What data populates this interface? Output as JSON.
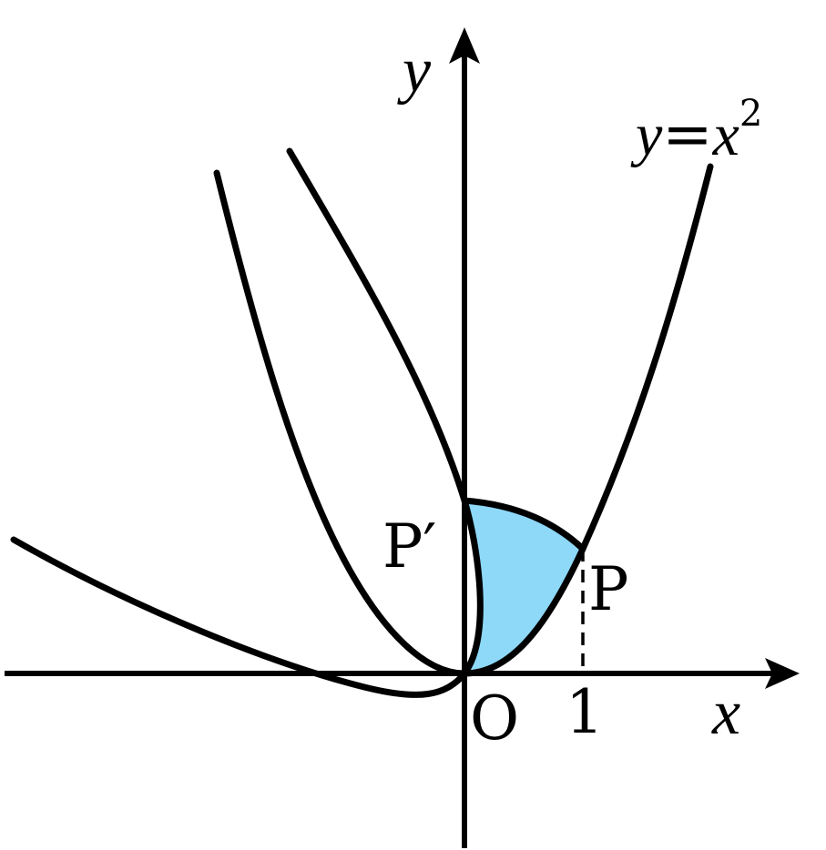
{
  "figure": {
    "curve_label": {
      "lhs": "y",
      "eq": "=",
      "rhs": "x",
      "exp": "2"
    },
    "axes": {
      "x_label": "x",
      "y_label": "y"
    },
    "points": {
      "origin": "O",
      "p": "P",
      "p_prime": "P′"
    },
    "ticks": {
      "one": "1"
    },
    "colors": {
      "shaded_region": "#8ED8F8",
      "stroke": "#000000"
    }
  },
  "chart_data": {
    "type": "line",
    "series": [
      {
        "name": "y=x^2",
        "x": [
          -1.05,
          -0.5,
          0,
          0.5,
          1,
          1.5,
          2.15
        ],
        "y": [
          1.1025,
          0.25,
          0,
          0.25,
          1,
          2.25,
          4.6225
        ]
      }
    ],
    "annotations": [
      "P at x = 1",
      "P′ on the y-axis",
      "shaded region between O, P and P′"
    ]
  }
}
